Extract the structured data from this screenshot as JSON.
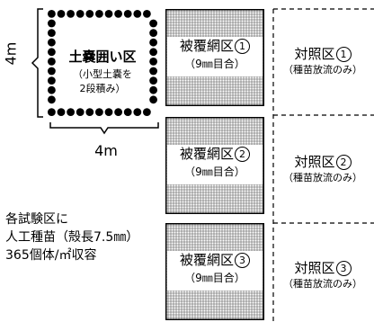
{
  "dimension_label_vertical": "4m",
  "dimension_label_horizontal": "4m",
  "sandbag_plot": {
    "title": "土嚢囲い区",
    "subtitle_line1": "（小型土嚢を",
    "subtitle_line2": "2段積み）"
  },
  "mesh_plots": [
    {
      "name": "被覆網区",
      "number": "1",
      "spec": "（9㎜目合）"
    },
    {
      "name": "被覆網区",
      "number": "2",
      "spec": "（9㎜目合）"
    },
    {
      "name": "被覆網区",
      "number": "3",
      "spec": "（9㎜目合）"
    }
  ],
  "control_plots": [
    {
      "name": "対照区",
      "number": "1",
      "spec": "（種苗放流のみ）"
    },
    {
      "name": "対照区",
      "number": "2",
      "spec": "（種苗放流のみ）"
    },
    {
      "name": "対照区",
      "number": "3",
      "spec": "（種苗放流のみ）"
    }
  ],
  "note": {
    "line1": "各試験区に",
    "line2": "人工種苗（殻長7.5㎜）",
    "line3": "365個体/㎡収容"
  },
  "colors": {
    "line": "#000000",
    "mesh": "#555555",
    "dashed": "#000000"
  }
}
